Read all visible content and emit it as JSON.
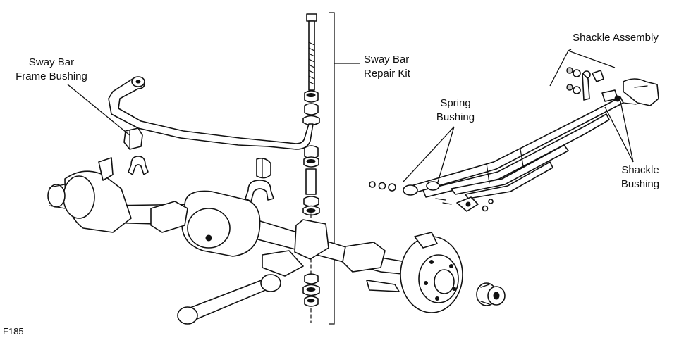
{
  "labels": {
    "sway_bar_frame_bushing": [
      "Sway Bar",
      "Frame Bushing"
    ],
    "sway_bar_repair_kit": [
      "Sway Bar",
      "Repair Kit"
    ],
    "spring_bushing": [
      "Spring",
      "Bushing"
    ],
    "shackle_assembly": "Shackle Assembly",
    "shackle_bushing": [
      "Shackle",
      "Bushing"
    ],
    "figure_code": "F185"
  }
}
